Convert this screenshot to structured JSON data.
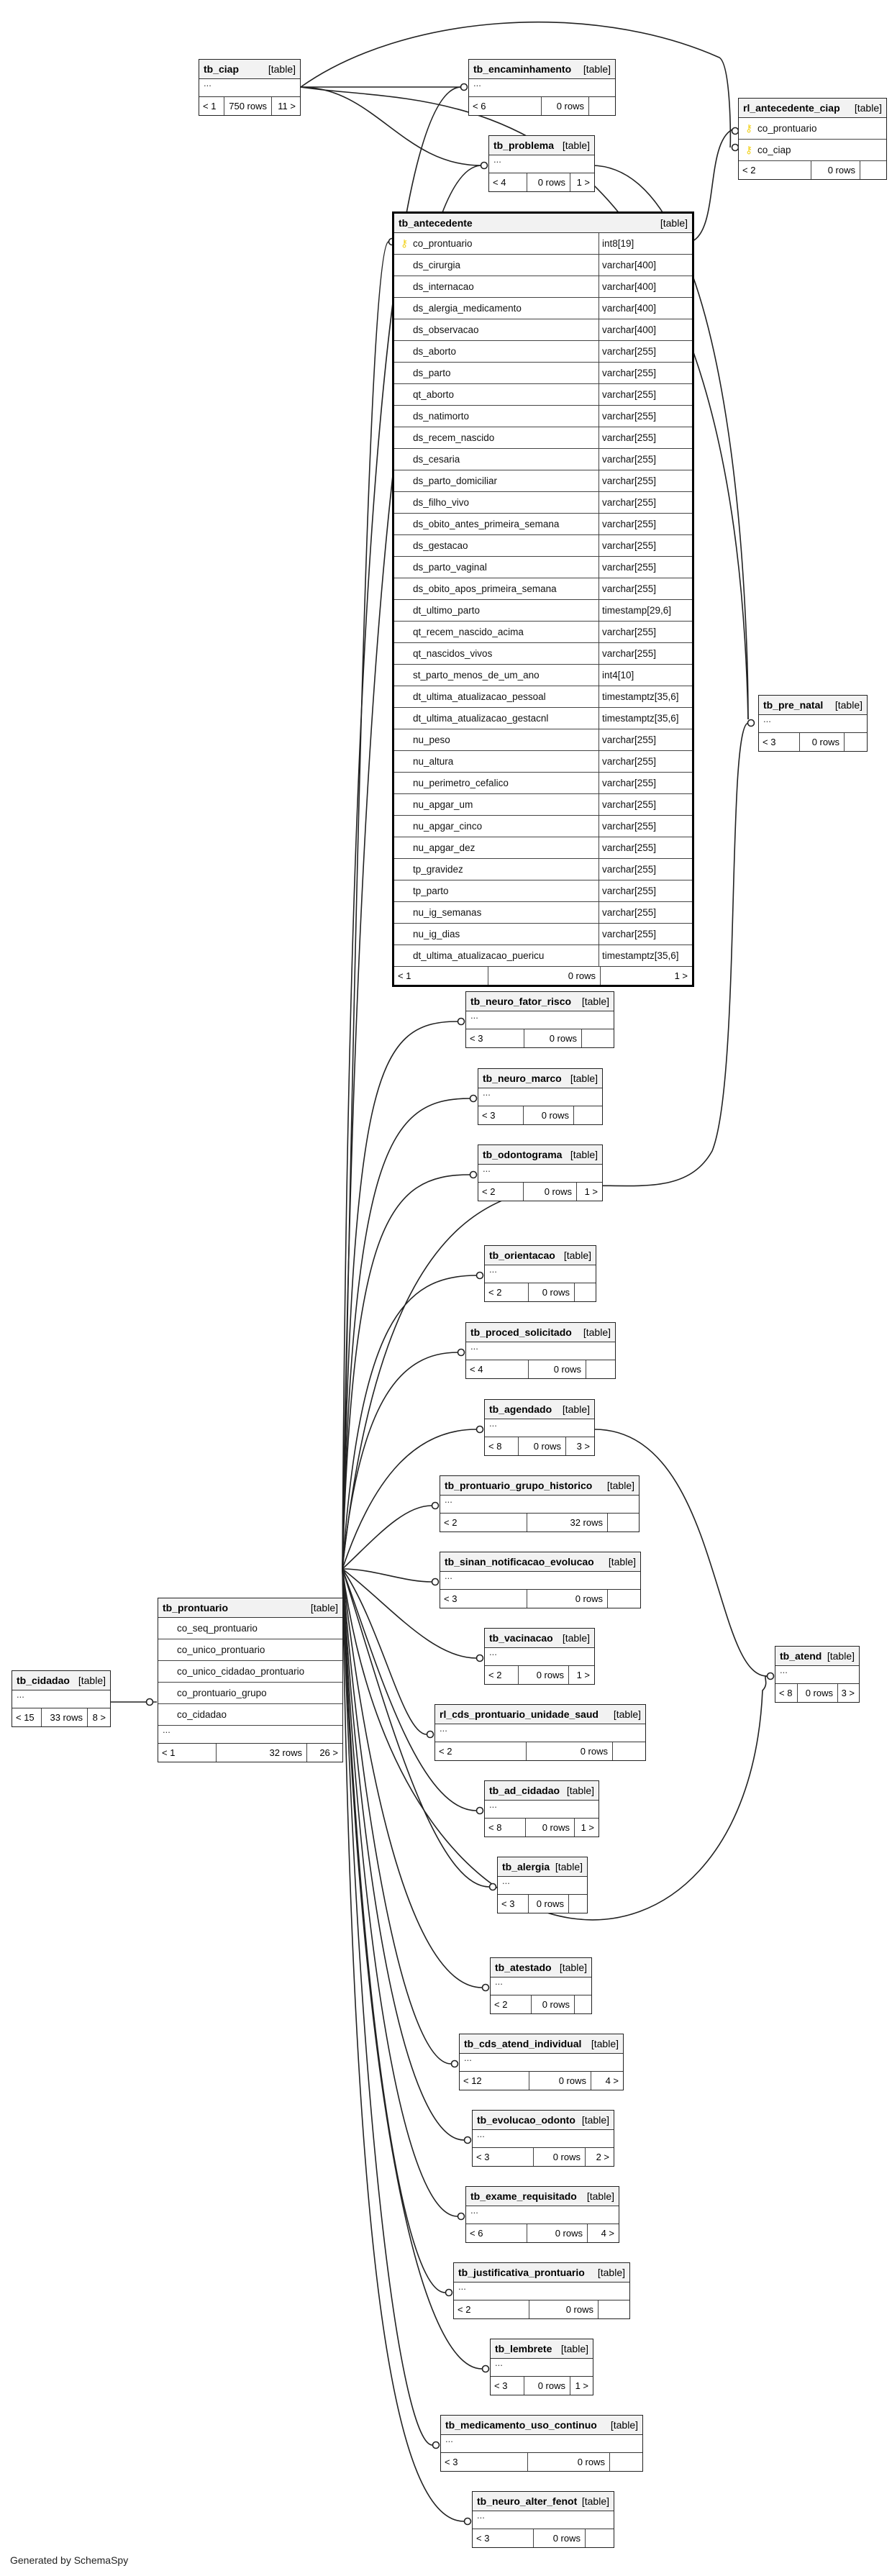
{
  "footer_text": "Generated by SchemaSpy",
  "colors": {
    "line": "#222222",
    "key_icon": "#f2d21b",
    "header_bg": "#f2f2f2"
  },
  "focus_table": {
    "name": "tb_antecedente",
    "type": "[table]",
    "columns": [
      {
        "name": "co_prontuario",
        "type": "int8[19]",
        "key": true
      },
      {
        "name": "ds_cirurgia",
        "type": "varchar[400]"
      },
      {
        "name": "ds_internacao",
        "type": "varchar[400]"
      },
      {
        "name": "ds_alergia_medicamento",
        "type": "varchar[400]"
      },
      {
        "name": "ds_observacao",
        "type": "varchar[400]"
      },
      {
        "name": "ds_aborto",
        "type": "varchar[255]"
      },
      {
        "name": "ds_parto",
        "type": "varchar[255]"
      },
      {
        "name": "qt_aborto",
        "type": "varchar[255]"
      },
      {
        "name": "ds_natimorto",
        "type": "varchar[255]"
      },
      {
        "name": "ds_recem_nascido",
        "type": "varchar[255]"
      },
      {
        "name": "ds_cesaria",
        "type": "varchar[255]"
      },
      {
        "name": "ds_parto_domiciliar",
        "type": "varchar[255]"
      },
      {
        "name": "ds_filho_vivo",
        "type": "varchar[255]"
      },
      {
        "name": "ds_obito_antes_primeira_semana",
        "type": "varchar[255]"
      },
      {
        "name": "ds_gestacao",
        "type": "varchar[255]"
      },
      {
        "name": "ds_parto_vaginal",
        "type": "varchar[255]"
      },
      {
        "name": "ds_obito_apos_primeira_semana",
        "type": "varchar[255]"
      },
      {
        "name": "dt_ultimo_parto",
        "type": "timestamp[29,6]"
      },
      {
        "name": "qt_recem_nascido_acima",
        "type": "varchar[255]"
      },
      {
        "name": "qt_nascidos_vivos",
        "type": "varchar[255]"
      },
      {
        "name": "st_parto_menos_de_um_ano",
        "type": "int4[10]"
      },
      {
        "name": "dt_ultima_atualizacao_pessoal",
        "type": "timestamptz[35,6]"
      },
      {
        "name": "dt_ultima_atualizacao_gestacnl",
        "type": "timestamptz[35,6]"
      },
      {
        "name": "nu_peso",
        "type": "varchar[255]"
      },
      {
        "name": "nu_altura",
        "type": "varchar[255]"
      },
      {
        "name": "nu_perimetro_cefalico",
        "type": "varchar[255]"
      },
      {
        "name": "nu_apgar_um",
        "type": "varchar[255]"
      },
      {
        "name": "nu_apgar_cinco",
        "type": "varchar[255]"
      },
      {
        "name": "nu_apgar_dez",
        "type": "varchar[255]"
      },
      {
        "name": "tp_gravidez",
        "type": "varchar[255]"
      },
      {
        "name": "tp_parto",
        "type": "varchar[255]"
      },
      {
        "name": "nu_ig_semanas",
        "type": "varchar[255]"
      },
      {
        "name": "nu_ig_dias",
        "type": "varchar[255]"
      },
      {
        "name": "dt_ultima_atualizacao_puericu",
        "type": "timestamptz[35,6]"
      }
    ],
    "footer": {
      "parents": "< 1",
      "rows": "0 rows",
      "children": "1 >"
    }
  },
  "tables": {
    "tb_ciap": {
      "name": "tb_ciap",
      "type": "[table]",
      "dots": "...",
      "parents": "< 1",
      "rows": "750 rows",
      "children": "11 >"
    },
    "tb_encaminhamento": {
      "name": "tb_encaminhamento",
      "type": "[table]",
      "dots": "...",
      "parents": "< 6",
      "rows": "0 rows",
      "children": ""
    },
    "rl_antecedente_ciap": {
      "name": "rl_antecedente_ciap",
      "type": "[table]",
      "columns": [
        "co_prontuario",
        "co_ciap"
      ],
      "parents": "< 2",
      "rows": "0 rows",
      "children": ""
    },
    "tb_problema": {
      "name": "tb_problema",
      "type": "[table]",
      "dots": "...",
      "parents": "< 4",
      "rows": "0 rows",
      "children": "1 >"
    },
    "tb_pre_natal": {
      "name": "tb_pre_natal",
      "type": "[table]",
      "dots": "...",
      "parents": "< 3",
      "rows": "0 rows",
      "children": ""
    },
    "tb_neuro_fator_risco": {
      "name": "tb_neuro_fator_risco",
      "type": "[table]",
      "dots": "...",
      "parents": "< 3",
      "rows": "0 rows",
      "children": ""
    },
    "tb_neuro_marco": {
      "name": "tb_neuro_marco",
      "type": "[table]",
      "dots": "...",
      "parents": "< 3",
      "rows": "0 rows",
      "children": ""
    },
    "tb_odontograma": {
      "name": "tb_odontograma",
      "type": "[table]",
      "dots": "...",
      "parents": "< 2",
      "rows": "0 rows",
      "children": "1 >"
    },
    "tb_orientacao": {
      "name": "tb_orientacao",
      "type": "[table]",
      "dots": "...",
      "parents": "< 2",
      "rows": "0 rows",
      "children": ""
    },
    "tb_proced_solicitado": {
      "name": "tb_proced_solicitado",
      "type": "[table]",
      "dots": "...",
      "parents": "< 4",
      "rows": "0 rows",
      "children": ""
    },
    "tb_agendado": {
      "name": "tb_agendado",
      "type": "[table]",
      "dots": "...",
      "parents": "< 8",
      "rows": "0 rows",
      "children": "3 >"
    },
    "tb_prontuario_grupo_historico": {
      "name": "tb_prontuario_grupo_historico",
      "type": "[table]",
      "dots": "...",
      "parents": "< 2",
      "rows": "32 rows",
      "children": ""
    },
    "tb_sinan_notificacao_evolucao": {
      "name": "tb_sinan_notificacao_evolucao",
      "type": "[table]",
      "dots": "...",
      "parents": "< 3",
      "rows": "0 rows",
      "children": ""
    },
    "tb_vacinacao": {
      "name": "tb_vacinacao",
      "type": "[table]",
      "dots": "...",
      "parents": "< 2",
      "rows": "0 rows",
      "children": "1 >"
    },
    "rl_cds_prontuario_unidade_saud": {
      "name": "rl_cds_prontuario_unidade_saud",
      "type": "[table]",
      "dots": "...",
      "parents": "< 2",
      "rows": "0 rows",
      "children": ""
    },
    "tb_ad_cidadao": {
      "name": "tb_ad_cidadao",
      "type": "[table]",
      "dots": "...",
      "parents": "< 8",
      "rows": "0 rows",
      "children": "1 >"
    },
    "tb_alergia": {
      "name": "tb_alergia",
      "type": "[table]",
      "dots": "...",
      "parents": "< 3",
      "rows": "0 rows",
      "children": ""
    },
    "tb_atend": {
      "name": "tb_atend",
      "type": "[table]",
      "dots": "...",
      "parents": "< 8",
      "rows": "0 rows",
      "children": "3 >"
    },
    "tb_prontuario": {
      "name": "tb_prontuario",
      "type": "[table]",
      "columns": [
        "co_seq_prontuario",
        "co_unico_prontuario",
        "co_unico_cidadao_prontuario",
        "co_prontuario_grupo",
        "co_cidadao"
      ],
      "dots": "...",
      "parents": "< 1",
      "rows": "32 rows",
      "children": "26 >"
    },
    "tb_cidadao": {
      "name": "tb_cidadao",
      "type": "[table]",
      "dots": "...",
      "parents": "< 15",
      "rows": "33 rows",
      "children": "8 >"
    },
    "tb_atestado": {
      "name": "tb_atestado",
      "type": "[table]",
      "dots": "...",
      "parents": "< 2",
      "rows": "0 rows",
      "children": ""
    },
    "tb_cds_atend_individual": {
      "name": "tb_cds_atend_individual",
      "type": "[table]",
      "dots": "...",
      "parents": "< 12",
      "rows": "0 rows",
      "children": "4 >"
    },
    "tb_evolucao_odonto": {
      "name": "tb_evolucao_odonto",
      "type": "[table]",
      "dots": "...",
      "parents": "< 3",
      "rows": "0 rows",
      "children": "2 >"
    },
    "tb_exame_requisitado": {
      "name": "tb_exame_requisitado",
      "type": "[table]",
      "dots": "...",
      "parents": "< 6",
      "rows": "0 rows",
      "children": "4 >"
    },
    "tb_justificativa_prontuario": {
      "name": "tb_justificativa_prontuario",
      "type": "[table]",
      "dots": "...",
      "parents": "< 2",
      "rows": "0 rows",
      "children": ""
    },
    "tb_lembrete": {
      "name": "tb_lembrete",
      "type": "[table]",
      "dots": "...",
      "parents": "< 3",
      "rows": "0 rows",
      "children": "1 >"
    },
    "tb_medicamento_uso_continuo": {
      "name": "tb_medicamento_uso_continuo",
      "type": "[table]",
      "dots": "...",
      "parents": "< 3",
      "rows": "0 rows",
      "children": ""
    },
    "tb_neuro_alter_fenot": {
      "name": "tb_neuro_alter_fenot",
      "type": "[table]",
      "dots": "...",
      "parents": "< 3",
      "rows": "0 rows",
      "children": ""
    }
  }
}
